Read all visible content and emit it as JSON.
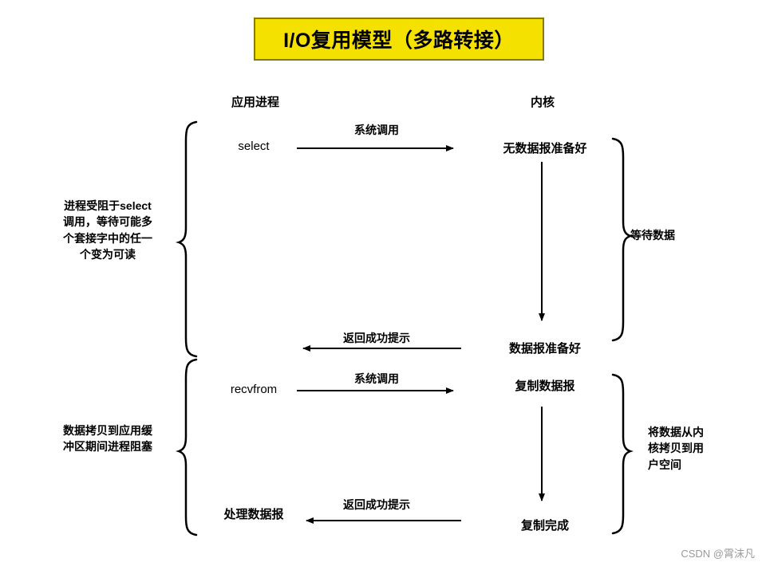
{
  "title": {
    "text": "I/O复用模型（多路转接）",
    "bg_color": "#f5e100",
    "border_color": "#8a7a00"
  },
  "headers": {
    "left": "应用进程",
    "right": "内核"
  },
  "left_column_nodes": [
    {
      "id": "select",
      "label": "select"
    },
    {
      "id": "recvfrom",
      "label": "recvfrom"
    },
    {
      "id": "process-data",
      "label": "处理数据报"
    }
  ],
  "right_column_nodes": [
    {
      "id": "no-data-ready",
      "label": "无数据报准备好"
    },
    {
      "id": "data-ready",
      "label": "数据报准备好"
    },
    {
      "id": "copy-data",
      "label": "复制数据报"
    },
    {
      "id": "copy-done",
      "label": "复制完成"
    }
  ],
  "arrow_labels": [
    {
      "id": "syscall-1",
      "label": "系统调用"
    },
    {
      "id": "return-ok-1",
      "label": "返回成功提示"
    },
    {
      "id": "syscall-2",
      "label": "系统调用"
    },
    {
      "id": "return-ok-2",
      "label": "返回成功提示"
    }
  ],
  "brace_labels": {
    "left_top": "进程受阻于select\n调用，等待可能多\n个套接字中的任一\n个变为可读",
    "left_top_lines": [
      "进程受阻于select",
      "调用，等待可能多",
      "个套接字中的任一",
      "个变为可读"
    ],
    "left_bottom_lines": [
      "数据拷贝到应用缓",
      "冲区期间进程阻塞"
    ],
    "right_top_lines": [
      "等待数据"
    ],
    "right_bottom_lines": [
      "将数据从内",
      "核拷贝到用",
      "户空间"
    ]
  },
  "watermark": "CSDN @霄沫凡",
  "colors": {
    "line": "#000000",
    "text": "#000000",
    "watermark": "#9a9a9a"
  }
}
